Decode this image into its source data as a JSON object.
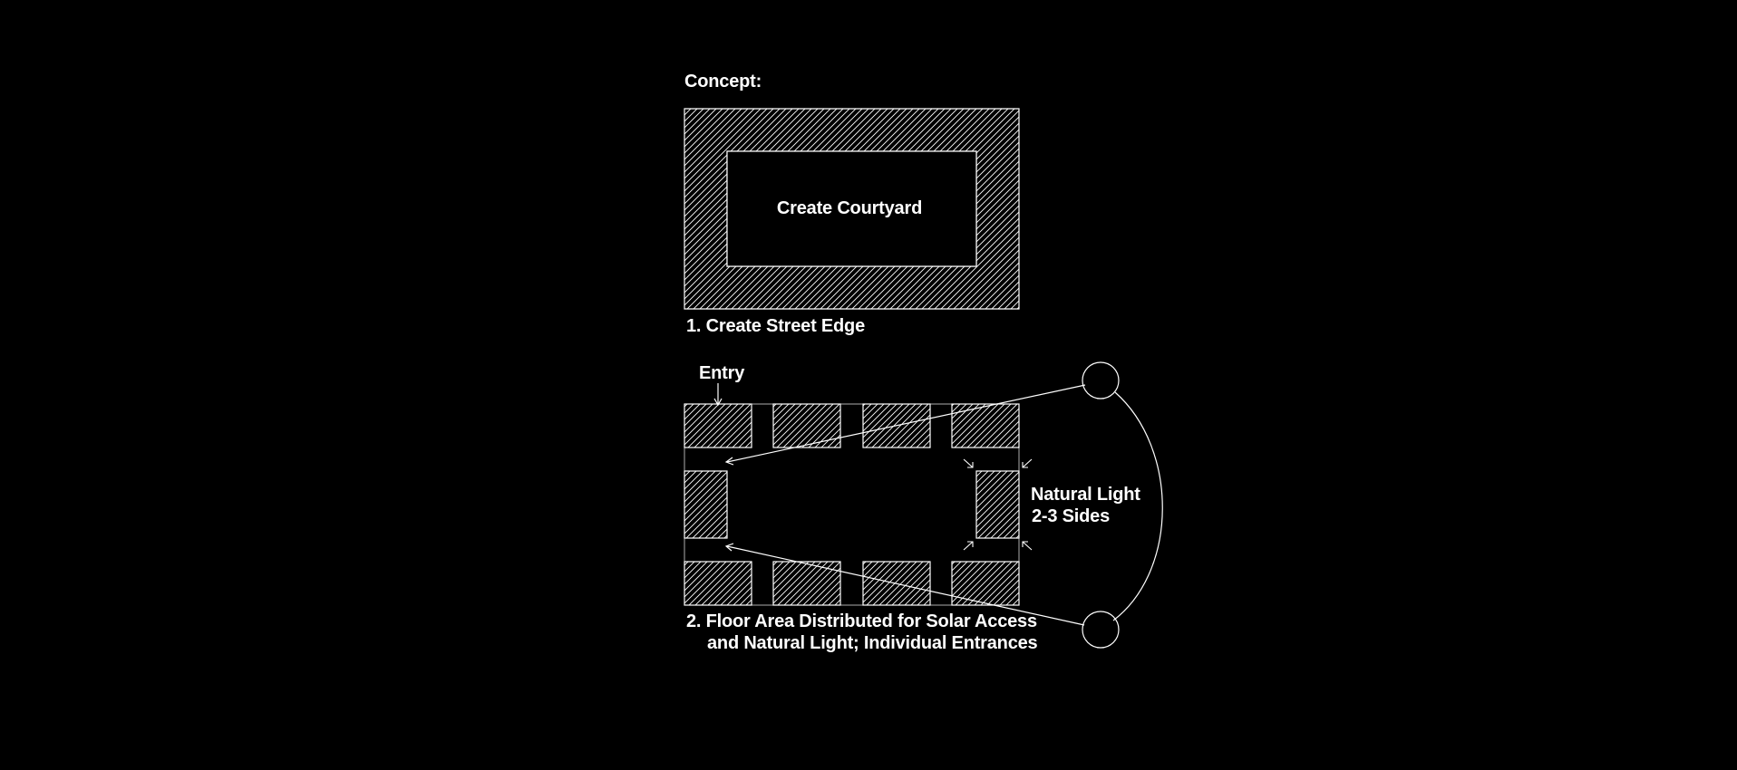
{
  "concept_label": "Concept:",
  "courtyard_label": "Create Courtyard",
  "step1_label": "1. Create Street Edge",
  "entry_label": "Entry",
  "natural_light": {
    "line1": "Natural Light",
    "line2": "2-3 Sides"
  },
  "step2": {
    "line1": "2. Floor Area Distributed for Solar Access",
    "line2": "and Natural Light; Individual Entrances"
  },
  "colors": {
    "background": "#000000",
    "line": "#ffffff"
  }
}
